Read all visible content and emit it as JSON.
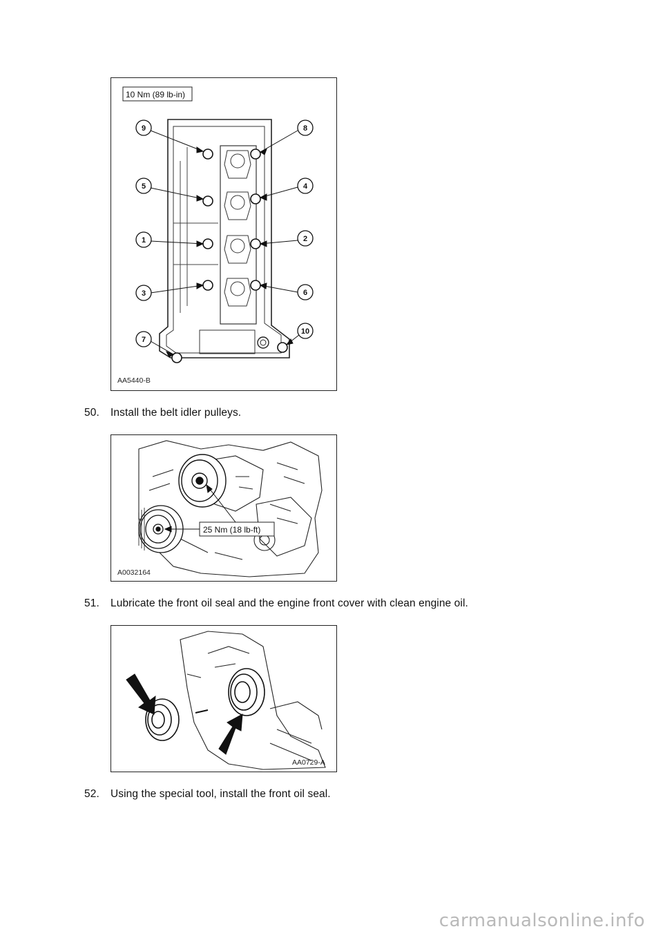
{
  "figures": [
    {
      "code": "AA5440-B",
      "torque": "10 Nm (89 lb-in)",
      "callouts": [
        "9",
        "8",
        "5",
        "4",
        "1",
        "2",
        "3",
        "6",
        "7",
        "10"
      ]
    },
    {
      "code": "A0032164",
      "torque": "25 Nm (18 lb-ft)"
    },
    {
      "code": "AA0729-A"
    }
  ],
  "steps": [
    {
      "number": "50.",
      "text": "Install the belt idler pulleys."
    },
    {
      "number": "51.",
      "text": "Lubricate the front oil seal and the engine front cover with clean engine oil."
    },
    {
      "number": "52.",
      "text": "Using the special tool, install the front oil seal."
    }
  ],
  "watermark": "carmanualsonline.info"
}
